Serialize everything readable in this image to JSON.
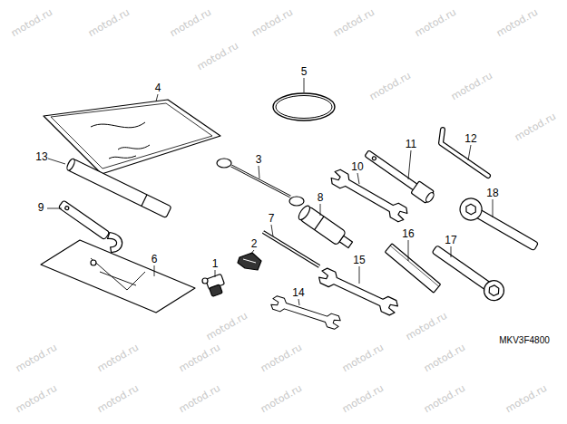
{
  "diagram": {
    "labels": [
      "4",
      "5",
      "3",
      "11",
      "12",
      "10",
      "13",
      "9",
      "18",
      "8",
      "7",
      "17",
      "16",
      "2",
      "6",
      "15",
      "1",
      "14",
      "MKV3F4800",
      "motod.ru",
      "motod.ru",
      "motod.ru",
      "motod.ru",
      "motod.ru",
      "motod.ru",
      "motod.ru",
      "motod.ru",
      "motod.ru",
      "motod.ru",
      "motod.ru",
      "motod.ru",
      "motod.ru",
      "motod.ru",
      "motod.ru",
      "motod.ru",
      "motod.ru",
      "motod.ru",
      "motod.ru",
      "motod.ru",
      "motod.ru",
      "motod.ru",
      "motod.ru",
      "motod.ru",
      "motod.ru",
      "motod.ru"
    ]
  }
}
